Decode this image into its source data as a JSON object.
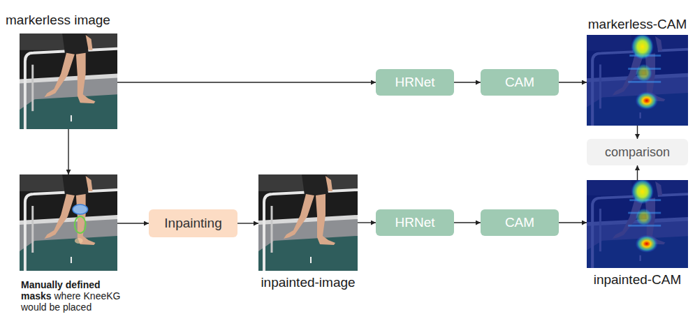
{
  "diagram": {
    "nodes": [
      {
        "text": [
          "markerless image"
        ]
      },
      {
        "text": [
          "HRNet"
        ]
      },
      {
        "text": [
          "CAM"
        ]
      },
      {
        "text": [
          "markerless-CAM"
        ]
      },
      {
        "text": [
          "comparison"
        ]
      },
      {
        "text": [
          "Manually defined masks",
          "where KneeKG would be placed"
        ]
      },
      {
        "text": [
          "Inpainting"
        ]
      },
      {
        "text": [
          "inpainted-image"
        ]
      },
      {
        "text": [
          "HRNet"
        ]
      },
      {
        "text": [
          "CAM"
        ]
      },
      {
        "text": [
          "inpainted-CAM"
        ]
      }
    ],
    "edges": [
      {
        "from": 0,
        "to": 1,
        "arrow": "to"
      },
      {
        "from": 1,
        "to": 2,
        "arrow": "to"
      },
      {
        "from": 2,
        "to": 3,
        "arrow": "to"
      },
      {
        "from": 3,
        "to": 4,
        "arrow": "to"
      },
      {
        "from": 0,
        "to": 5,
        "arrow": "to"
      },
      {
        "from": 5,
        "to": 6,
        "arrow": "to"
      },
      {
        "from": 6,
        "to": 7,
        "arrow": "to"
      },
      {
        "from": 7,
        "to": 8,
        "arrow": "to"
      },
      {
        "from": 8,
        "to": 9,
        "arrow": "to"
      },
      {
        "from": 9,
        "to": 10,
        "arrow": "to"
      },
      {
        "from": 10,
        "to": 4,
        "arrow": "to"
      }
    ]
  }
}
